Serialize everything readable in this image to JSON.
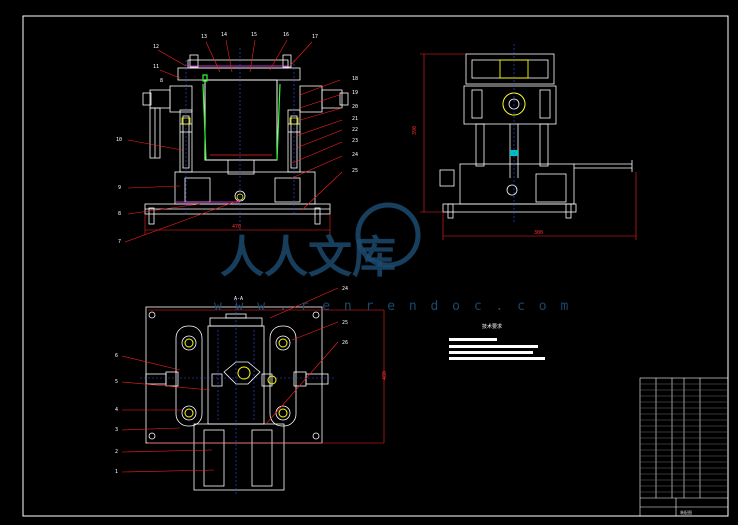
{
  "drawing": {
    "section_label": "A-A",
    "notes_title": "技术要求",
    "title_block_name": "装配图"
  },
  "watermark": {
    "chinese": "人人文库",
    "url": "w w w . r e n r e n d o c . c o m"
  },
  "front_view": {
    "top_balloons": [
      "13",
      "14",
      "15",
      "16",
      "17"
    ],
    "left_balloons": [
      "12",
      "11",
      "8",
      "10",
      "9",
      "8",
      "7"
    ],
    "right_balloons": [
      "18",
      "19",
      "20",
      "21",
      "22",
      "23",
      "24",
      "25"
    ],
    "width_dim": "470"
  },
  "side_view": {
    "height_dim": "390",
    "width_dim": "300"
  },
  "plan_view": {
    "left_balloons": [
      "6",
      "5",
      "4",
      "3",
      "2",
      "1"
    ],
    "right_balloons": [
      "24",
      "25",
      "26"
    ],
    "height_dim": "480"
  },
  "colors": {
    "frame": "#ffffff",
    "part": "#ffffff",
    "dim_line": "#ff2020",
    "leader": "#ff2020",
    "hidden": "#3050ff",
    "green": "#30ff30",
    "yellow": "#ffff00",
    "cyan": "#00ffff",
    "watermark": "#1c4a6e"
  }
}
